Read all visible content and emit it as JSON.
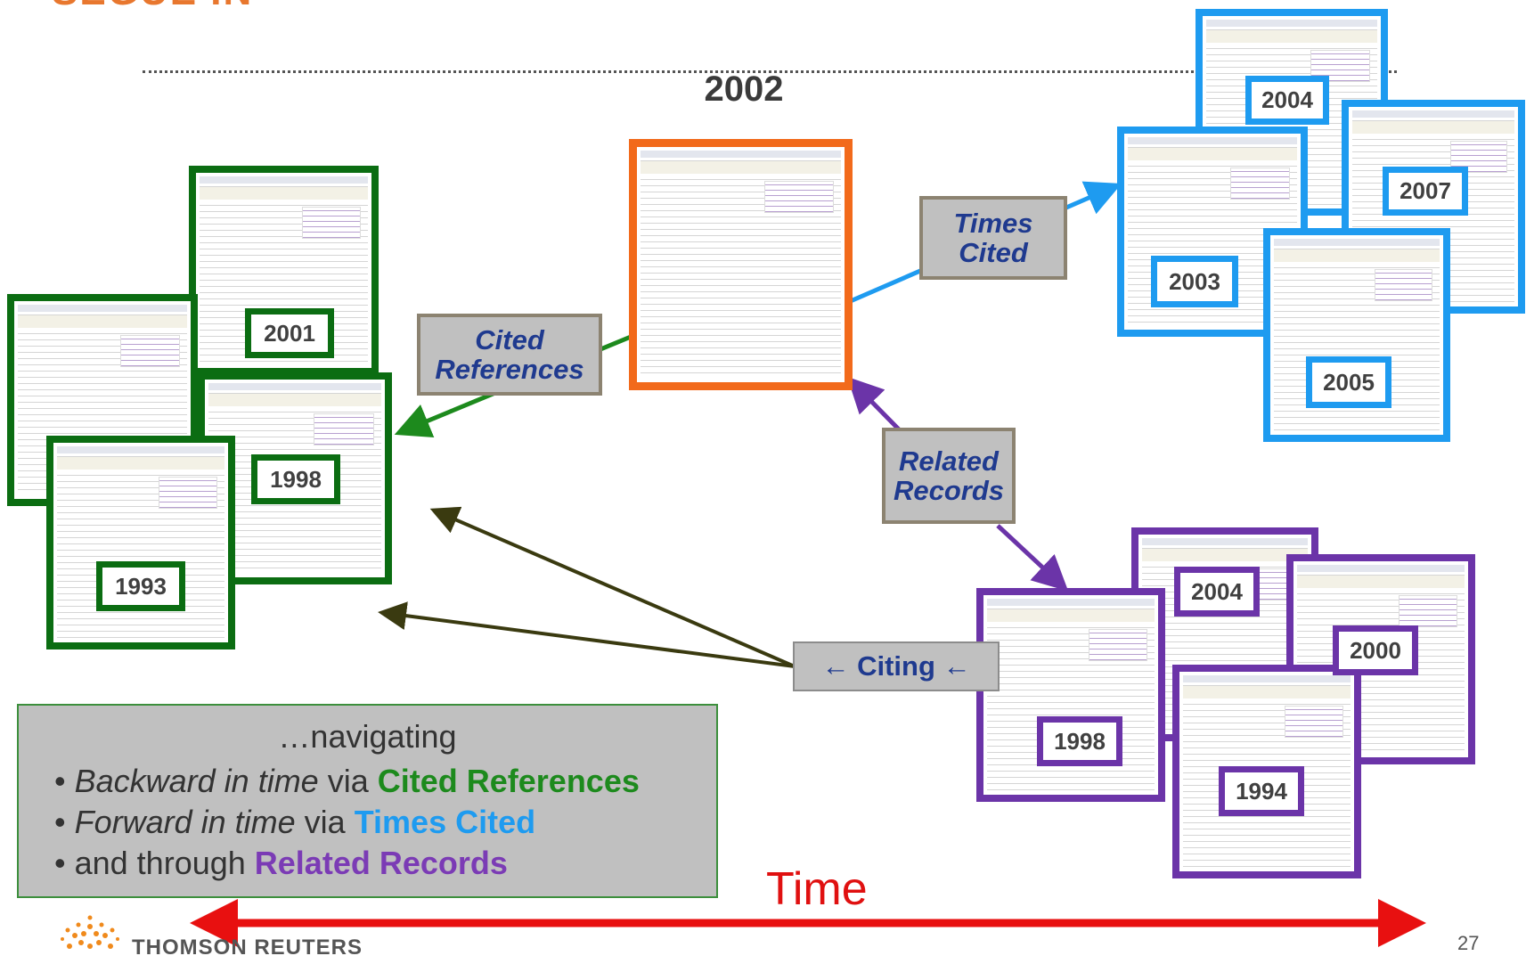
{
  "slide": {
    "title": "SEGUE IN",
    "center_year": "2002",
    "page_number": "27",
    "time_label": "Time"
  },
  "labels": {
    "cited_references": [
      "Cited",
      "References"
    ],
    "times_cited": [
      "Times",
      "Cited"
    ],
    "related_records": [
      "Related",
      "Records"
    ],
    "citing": "← Citing ←"
  },
  "years": {
    "green": [
      "2001",
      "1998",
      "1993"
    ],
    "blue": [
      "2004",
      "2007",
      "2003",
      "2005"
    ],
    "purple": [
      "2004",
      "2000",
      "1998",
      "1994"
    ]
  },
  "navbox": {
    "heading": "…navigating",
    "line1_italic": "Backward in time",
    "line1_mid": " via ",
    "line1_bold": "Cited References",
    "line2_italic": "Forward in time",
    "line2_mid": " via ",
    "line2_bold": "Times Cited",
    "line3_plain": "and through ",
    "line3_bold": "Related Records",
    "bullet": "• "
  },
  "footer": {
    "logo_text": "THOMSON REUTERS"
  },
  "colors": {
    "cited": "#0b6d12",
    "times_cited": "#1e9bf0",
    "related": "#6b34a8",
    "center": "#f26a1b",
    "time_arrow": "#e81010"
  }
}
